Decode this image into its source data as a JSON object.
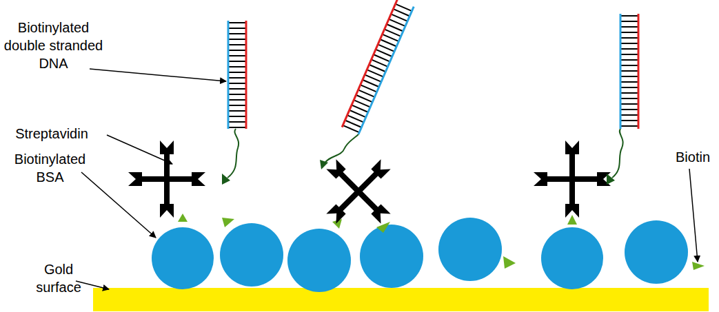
{
  "diagram": {
    "labels": [
      "Biotinylated double stranded DNA",
      "Streptavidin",
      "Biotinylated BSA",
      "Gold surface",
      "Biotin"
    ]
  }
}
